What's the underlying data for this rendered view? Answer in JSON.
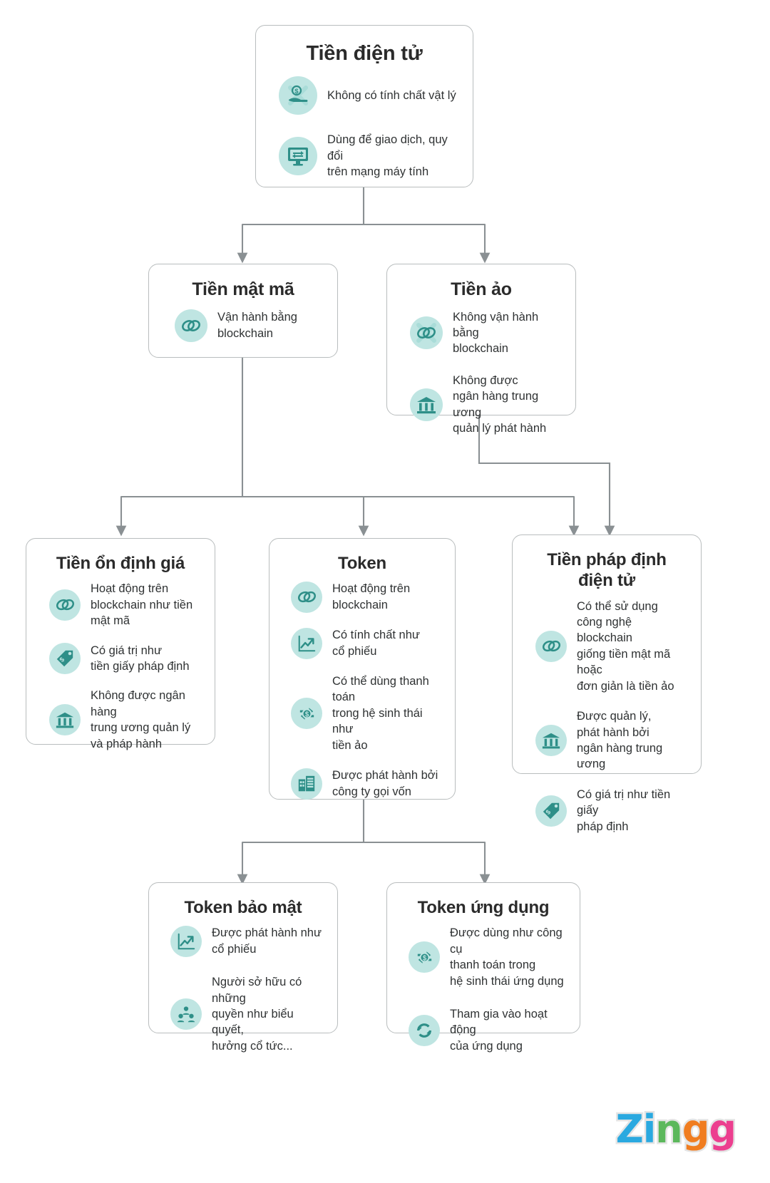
{
  "diagram": {
    "title_text": "Tiền điện tử",
    "type": "hierarchy-flowchart",
    "accent_color": "#2e8f88",
    "icon_bg_color": "#bfe5e2",
    "card_border_color": "#b9bdbe",
    "connector_color": "#8a9093",
    "text_color": "#2f3233"
  },
  "nodes": {
    "root": {
      "title": "Tiền điện tử",
      "bullets": [
        {
          "icon": "hand-coin-icon",
          "text": "Không có tính chất vật lý"
        },
        {
          "icon": "monitor-exchange-icon",
          "text": "Dùng để giao dịch, quy đổi\ntrên mạng máy tính"
        }
      ]
    },
    "crypto": {
      "title": "Tiền mật mã",
      "bullets": [
        {
          "icon": "blockchain-link-icon",
          "text": "Vận hành bằng\nblockchain"
        }
      ]
    },
    "virtual": {
      "title": "Tiền ảo",
      "bullets": [
        {
          "icon": "blockchain-link-crossed-icon",
          "text": "Không vận hành bằng\nblockchain"
        },
        {
          "icon": "bank-icon",
          "text": "Không được\nngân hàng trung ương\nquản lý phát hành"
        }
      ]
    },
    "stablecoin": {
      "title": "Tiền ổn định giá",
      "bullets": [
        {
          "icon": "blockchain-link-icon",
          "text": "Hoạt động trên\nblockchain như tiền\nmật mã"
        },
        {
          "icon": "price-tag-icon",
          "text": "Có giá trị như\ntiền giấy pháp định"
        },
        {
          "icon": "bank-icon",
          "text": "Không được ngân hàng\ntrung ương quản lý\nvà pháp hành"
        }
      ]
    },
    "token": {
      "title": "Token",
      "bullets": [
        {
          "icon": "blockchain-link-icon",
          "text": "Hoạt động trên\nblockchain"
        },
        {
          "icon": "growth-chart-icon",
          "text": "Có tính chất như\ncổ phiếu"
        },
        {
          "icon": "payment-exchange-icon",
          "text": "Có thể dùng thanh toán\ntrong hệ sinh thái như\ntiền ảo"
        },
        {
          "icon": "company-building-icon",
          "text": "Được phát hành bởi\ncông ty gọi vốn"
        }
      ]
    },
    "cbdc": {
      "title": "Tiền pháp định\nđiện tử",
      "bullets": [
        {
          "icon": "blockchain-link-icon",
          "text": "Có thể sử dụng\ncông nghệ blockchain\ngiống tiền mật mã hoặc\nđơn giản là tiền ảo"
        },
        {
          "icon": "bank-icon",
          "text": "Được quản lý,\nphát hành bởi\nngân hàng trung ương"
        },
        {
          "icon": "price-tag-icon",
          "text": "Có giá trị như tiền giấy\npháp định"
        }
      ]
    },
    "security_token": {
      "title": "Token bảo mật",
      "bullets": [
        {
          "icon": "growth-chart-icon",
          "text": "Được phát hành như\ncổ phiếu"
        },
        {
          "icon": "people-group-icon",
          "text": "Người sở hữu có những\nquyền như biểu quyết,\nhưởng cổ tức..."
        }
      ]
    },
    "utility_token": {
      "title": "Token ứng dụng",
      "bullets": [
        {
          "icon": "payment-exchange-icon",
          "text": "Được dùng như công cụ\nthanh toán trong\nhệ sinh thái ứng dụng"
        },
        {
          "icon": "refresh-cycle-icon",
          "text": "Tham gia vào hoạt động\ncủa ứng dụng"
        }
      ]
    }
  },
  "logo": {
    "letters": [
      {
        "char": "Z",
        "color": "#2aa9e0"
      },
      {
        "char": "i",
        "color": "#2aa9e0"
      },
      {
        "char": "n",
        "color": "#5cb85c"
      },
      {
        "char": "g",
        "color": "#f07d20"
      },
      {
        "char": "g",
        "color": "#ec3f8f"
      }
    ],
    "text": "Zingg"
  }
}
